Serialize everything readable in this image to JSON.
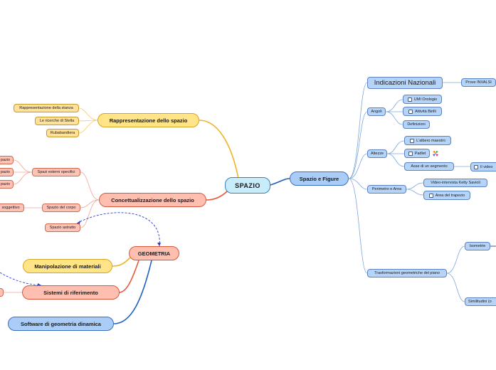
{
  "root": {
    "label": "SPAZIO"
  },
  "left": {
    "rappresentazione": {
      "label": "Rappresentazione dello spazio",
      "children": [
        "Rappresentazione della stanza",
        "Le ricerche di Stella",
        "Rubabandiera"
      ]
    },
    "concettualizzazione": {
      "label": "Concettualizzazione dello spazio",
      "esterni": {
        "label": "Spazi esterni specifici",
        "children": [
          "pazio",
          "pazio",
          "pazio"
        ]
      },
      "corpo": {
        "label": "Spazio del corpo",
        "children": [
          "soggettivo"
        ]
      },
      "astratto": {
        "label": "Spazio astratto"
      }
    },
    "geometria": {
      "label": "GEOMETRIA",
      "manipolazione": "Manipolazione di materiali",
      "sistemi": "Sistemi di riferimento",
      "software": "Software di geometria dinamica"
    }
  },
  "right": {
    "figure": {
      "label": "Spazio e Figure"
    },
    "indicazioni": {
      "label": "Indicazioni Nazionali",
      "child": "Prove INVALSI"
    },
    "angoli": {
      "label": "Angoli",
      "children": [
        "UMI Orologio",
        "Attività Birilli",
        "Definizioni"
      ]
    },
    "altezze": {
      "label": "Altezze",
      "children": [
        "L'albero maestro",
        "Padlet",
        "Asse di un segmento"
      ],
      "video": "Il video"
    },
    "perimetro": {
      "label": "Perimetro e Area",
      "children": [
        "Video-intervista Ketty Savioli",
        "Area del trapezio"
      ]
    },
    "trasformazioni": {
      "label": "Trasformazioni geometriche del piano",
      "children": [
        "Isometrie",
        "Similitudini (o"
      ]
    }
  },
  "colors": {
    "blue": "#1f5fbf",
    "yellow": "#f0b429",
    "orange": "#e8583a"
  }
}
